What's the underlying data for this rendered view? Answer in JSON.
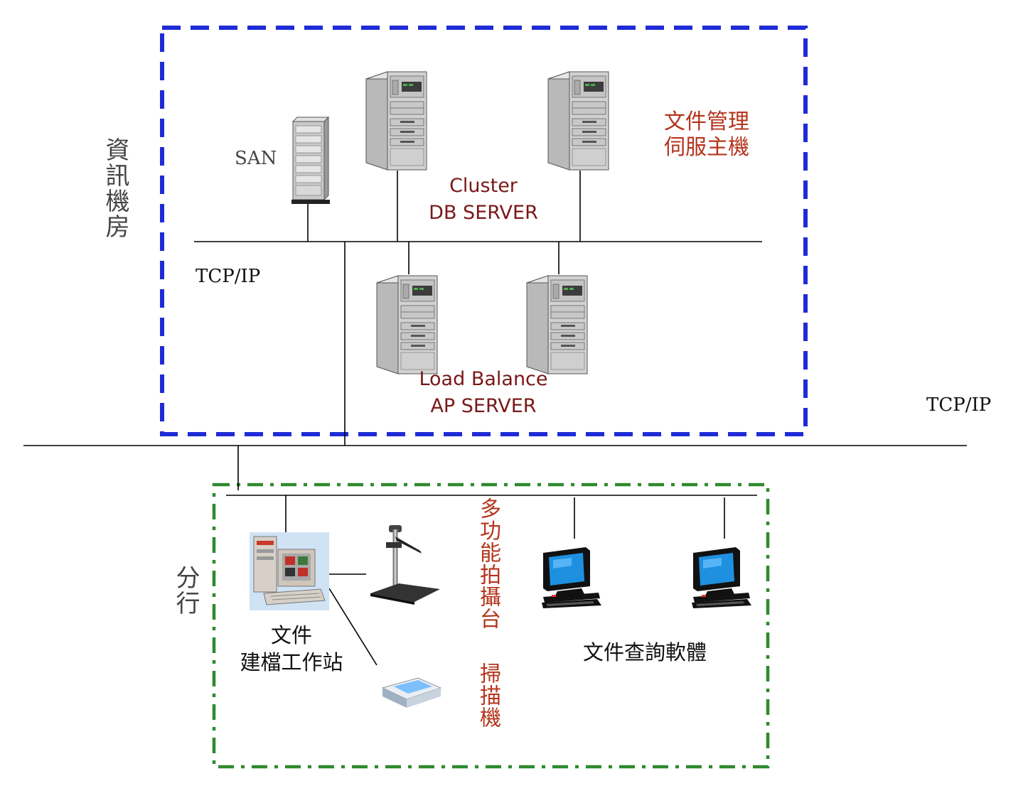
{
  "colors": {
    "datacenter_border": "#1f2bd6",
    "branch_border": "#2e8a2e",
    "dark_red": "#7a1818",
    "orange_red": "#b5341c",
    "line": "#000000"
  },
  "datacenter": {
    "vertical_label": "資訊機房",
    "san_label": "SAN",
    "tcpip_label": "TCP/IP",
    "cluster_label": "Cluster",
    "db_server_label": "DB SERVER",
    "doc_mgmt_label_1": "文件管理",
    "doc_mgmt_label_2": "伺服主機",
    "load_balance_label": "Load Balance",
    "ap_server_label": "AP SERVER"
  },
  "wan": {
    "tcpip_label": "TCP/IP"
  },
  "branch": {
    "vertical_label": "分行",
    "workstation_label_1": "文件",
    "workstation_label_2": "建檔工作站",
    "camera_stand_label": "多功能拍攝台",
    "scanner_label": "掃描機",
    "query_software_label": "文件查詢軟體"
  }
}
